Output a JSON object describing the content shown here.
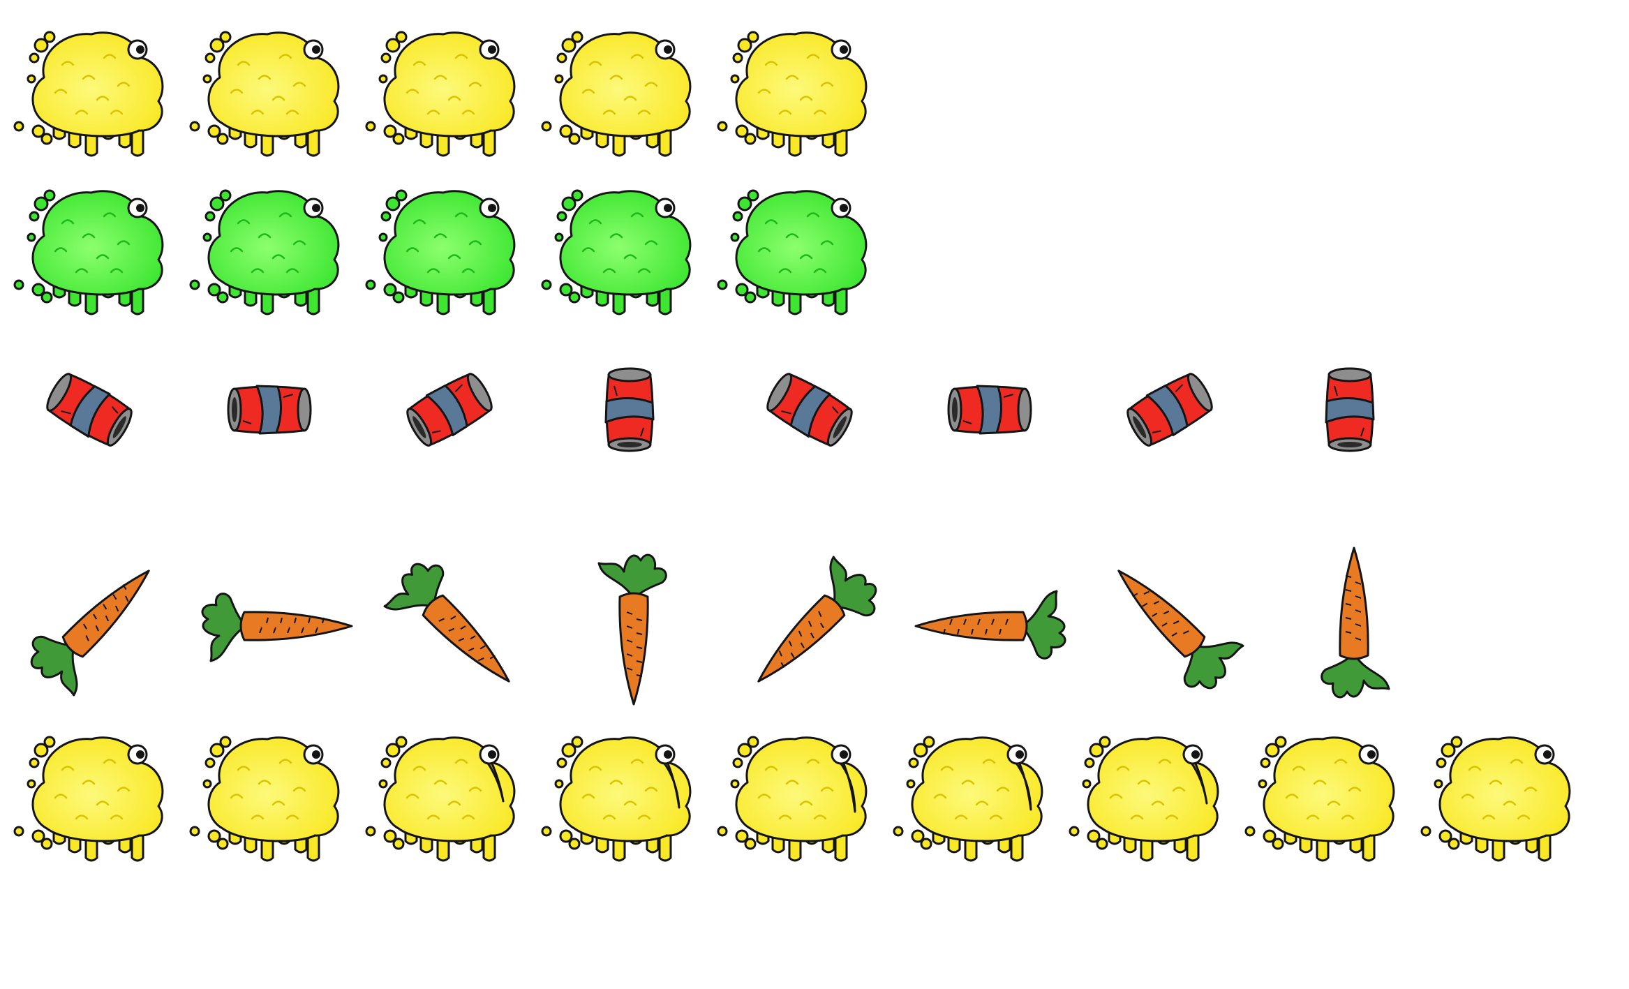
{
  "sheet": {
    "background": "#ffffff",
    "rows": [
      {
        "id": "yellow-slime-idle",
        "kind": "slime",
        "color": "yellow",
        "frames": 5
      },
      {
        "id": "green-slime-idle",
        "kind": "slime",
        "color": "green",
        "frames": 5
      },
      {
        "id": "soda-can-spin",
        "kind": "can",
        "frames": 8,
        "rotations_deg": [
          -60,
          90,
          60,
          0,
          -60,
          90,
          60,
          0
        ]
      },
      {
        "id": "carrot-spin",
        "kind": "carrot",
        "frames": 8,
        "rotations_deg": [
          -135,
          -90,
          -45,
          0,
          45,
          90,
          135,
          180
        ]
      },
      {
        "id": "yellow-slime-eat",
        "kind": "slime-eat",
        "color": "yellow",
        "frames": 9,
        "mouth_open": [
          0,
          0,
          0.5,
          0.8,
          1,
          0.9,
          0.6,
          0,
          0
        ]
      }
    ]
  },
  "palette": {
    "yellow_fill": "#f9e826",
    "yellow_light": "#fdf97a",
    "yellow_dark": "#d8c400",
    "green_fill": "#3ee632",
    "green_light": "#8cff6e",
    "green_dark": "#1fb81a",
    "mouth_olive": "#9a8c2c",
    "can_red": "#ee2a23",
    "can_band": "#5a7898",
    "can_metal": "#8e8e8e",
    "carrot_orange": "#e87a24",
    "carrot_leaf": "#3f9a37",
    "outline": "#141414"
  }
}
